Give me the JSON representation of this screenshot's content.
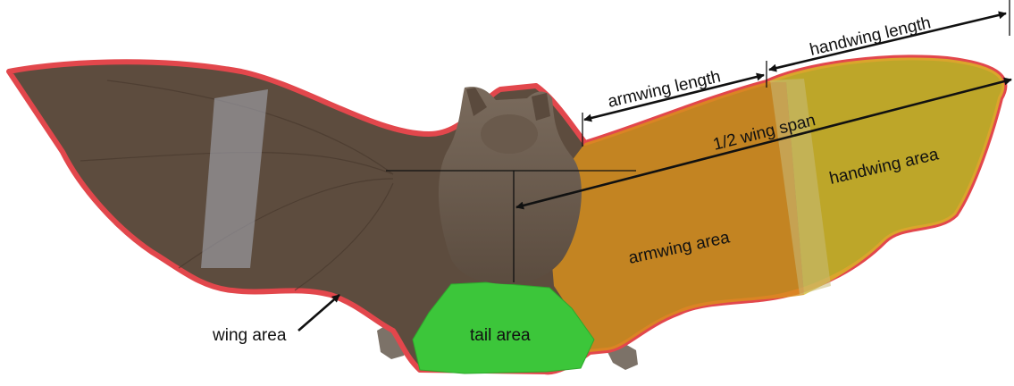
{
  "diagram": {
    "labels": {
      "handwing_length": "handwing length",
      "armwing_length": "armwing length",
      "half_wing_span": "1/2 wing span",
      "handwing_area": "handwing area",
      "armwing_area": "armwing area",
      "tail_area": "tail area",
      "wing_area": "wing area"
    },
    "colors": {
      "wing_outline": "#e2474c",
      "wing_membrane": "#5d4c3e",
      "armwing_fill": "#d9911c",
      "handwing_fill": "#d8c024",
      "tail_fill": "#3cc63a",
      "body_fur": "#6f6052",
      "arrow": "#111111",
      "background": "#ffffff"
    }
  }
}
